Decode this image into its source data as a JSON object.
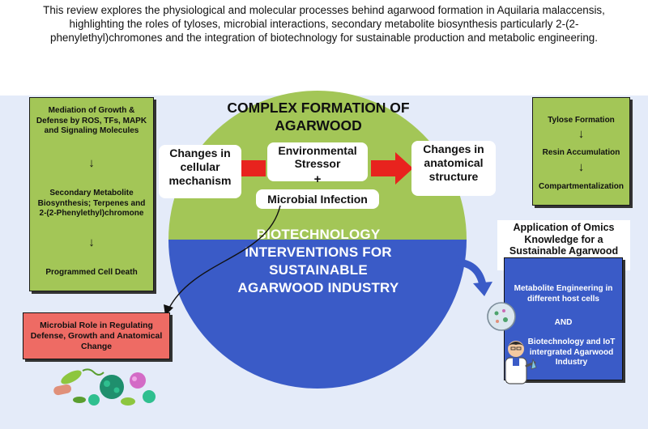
{
  "intro_text": "This review explores the physiological and molecular processes behind agarwood formation in Aquilaria malaccensis, highlighting the roles of tyloses, microbial interactions, secondary metabolite biosynthesis particularly 2-(2-phenylethyl)chromones and the integration of biotechnology for sustainable production and metabolic engineering.",
  "circle": {
    "title": "COMPLEX FORMATION OF AGARWOOD",
    "center_top": "Environmental Stressor",
    "plus": "+",
    "center_bottom": "Microbial Infection",
    "left_label": "Changes in cellular mechanism",
    "right_label": "Changes in anatomical structure",
    "bottom_title": "BIOTECHNOLOGY INTERVENTIONS FOR SUSTAINABLE AGARWOOD INDUSTRY",
    "top_color": "#a3c657",
    "bottom_color": "#3a5bc7",
    "arrow_color": "#e8231e"
  },
  "left_box": {
    "step1": "Mediation of Growth & Defense by ROS, TFs, MAPK and Signaling Molecules",
    "step2": "Secondary Metabolite Biosynthesis; Terpenes and 2-(2-Phenylethyl)chromone",
    "step3": "Programmed Cell Death",
    "arrow": "↓"
  },
  "right_box": {
    "step1": "Tylose Formation",
    "step2": "Resin Accumulation",
    "step3": "Compartmentalization",
    "arrow": "↓"
  },
  "omics": {
    "label": "Application of Omics Knowledge for a Sustainable Agarwood Industy",
    "line1": "Metabolite Engineering in different host cells",
    "and": "AND",
    "line2": "Biotechnology and IoT intergrated Agarwood Industry"
  },
  "microbe_box": {
    "text": "Microbial Role in Regulating Defense, Growth and Anatomical Change",
    "color": "#ee6b64"
  },
  "icons": [
    "microbes-illustration-icon",
    "petri-dish-icon",
    "scientist-icon"
  ]
}
